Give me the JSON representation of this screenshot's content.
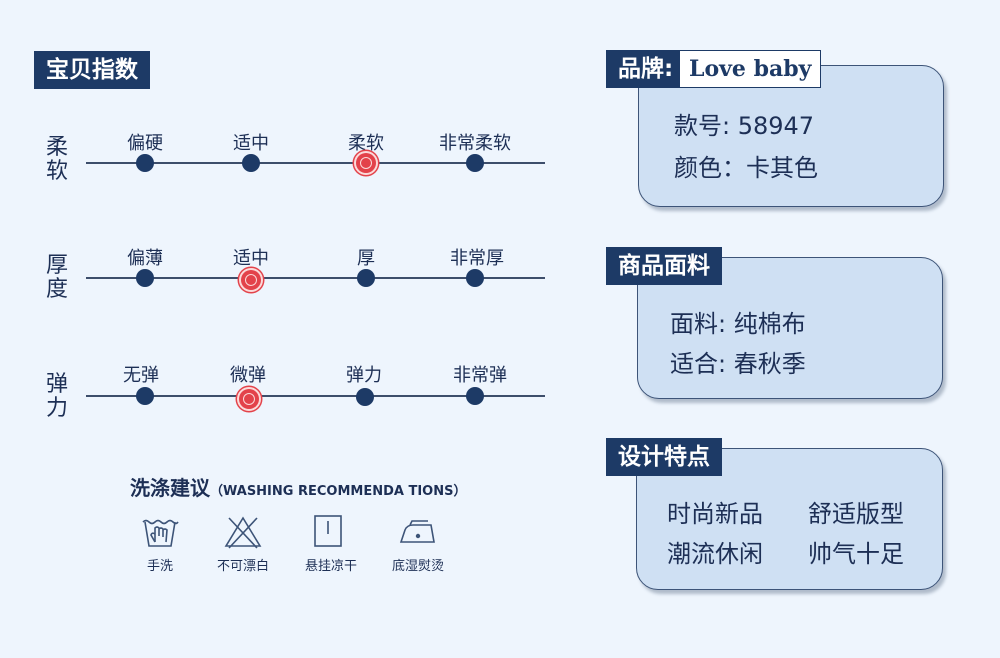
{
  "index": {
    "title": "宝贝指数",
    "scales": [
      {
        "name": "柔软",
        "options": [
          "偏硬",
          "适中",
          "柔软",
          "非常柔软"
        ],
        "selected": "柔软"
      },
      {
        "name": "厚度",
        "options": [
          "偏薄",
          "适中",
          "厚",
          "非常厚"
        ],
        "selected": "适中"
      },
      {
        "name": "弹力",
        "options": [
          "无弹",
          "微弹",
          "弹力",
          "非常弹"
        ],
        "selected": "微弹"
      }
    ]
  },
  "washing": {
    "title": "洗涤建议",
    "subtitle": "（WASHING RECOMMENDA TIONS）",
    "items": [
      {
        "label": "手洗",
        "icon": "hand-wash-icon"
      },
      {
        "label": "不可漂白",
        "icon": "no-bleach-icon"
      },
      {
        "label": "悬挂凉干",
        "icon": "hang-dry-icon"
      },
      {
        "label": "底湿熨烫",
        "icon": "low-iron-icon"
      }
    ]
  },
  "brand": {
    "label": "品牌:",
    "name": "Love baby",
    "model": "款号: 58947",
    "color": "颜色：卡其色"
  },
  "fabric": {
    "title": "商品面料",
    "material": "面料: 纯棉布",
    "season": "适合: 春秋季"
  },
  "design": {
    "title": "设计特点",
    "features": [
      "时尚新品",
      "舒适版型",
      "潮流休闲",
      "帅气十足"
    ]
  },
  "colors": {
    "navy": "#1d3a66",
    "card": "#cfe0f3",
    "background": "#eef5fd",
    "selected": "#e3424a"
  }
}
